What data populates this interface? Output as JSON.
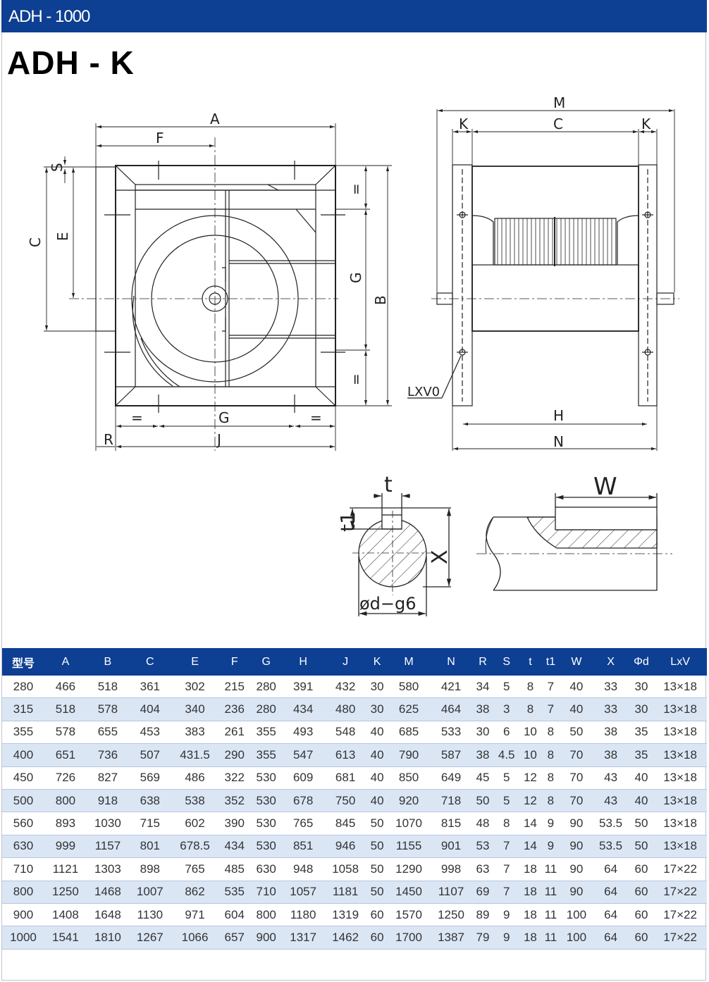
{
  "header": {
    "series": "ADH - 1000"
  },
  "model": {
    "title": "ADH - K"
  },
  "drawing": {
    "front_labels": {
      "A": "A",
      "F": "F",
      "S": "S",
      "C": "C",
      "E": "E",
      "G_side": "G",
      "B": "B",
      "eq_top": "=",
      "eq_bottom": "=",
      "eq_left": "=",
      "G_bottom": "G",
      "eq_right": "=",
      "R": "R",
      "J": "J"
    },
    "side_labels": {
      "M": "M",
      "K_left": "K",
      "C": "C",
      "K_right": "K",
      "H": "H",
      "N": "N",
      "LXV0": "LXV0"
    },
    "shaft_labels": {
      "t": "t",
      "t1": "t1",
      "X": "X",
      "d": "ød−g6",
      "W": "W"
    }
  },
  "table": {
    "columns": [
      "型号",
      "A",
      "B",
      "C",
      "E",
      "F",
      "G",
      "H",
      "J",
      "K",
      "M",
      "N",
      "R",
      "S",
      "t",
      "t1",
      "W",
      "X",
      "Φd",
      "LxV"
    ],
    "rows": [
      [
        "280",
        "466",
        "518",
        "361",
        "302",
        "215",
        "280",
        "391",
        "432",
        "30",
        "580",
        "421",
        "34",
        "5",
        "8",
        "7",
        "40",
        "33",
        "30",
        "13×18"
      ],
      [
        "315",
        "518",
        "578",
        "404",
        "340",
        "236",
        "280",
        "434",
        "480",
        "30",
        "625",
        "464",
        "38",
        "3",
        "8",
        "7",
        "40",
        "33",
        "30",
        "13×18"
      ],
      [
        "355",
        "578",
        "655",
        "453",
        "383",
        "261",
        "355",
        "493",
        "548",
        "40",
        "685",
        "533",
        "30",
        "6",
        "10",
        "8",
        "50",
        "38",
        "35",
        "13×18"
      ],
      [
        "400",
        "651",
        "736",
        "507",
        "431.5",
        "290",
        "355",
        "547",
        "613",
        "40",
        "790",
        "587",
        "38",
        "4.5",
        "10",
        "8",
        "70",
        "38",
        "35",
        "13×18"
      ],
      [
        "450",
        "726",
        "827",
        "569",
        "486",
        "322",
        "530",
        "609",
        "681",
        "40",
        "850",
        "649",
        "45",
        "5",
        "12",
        "8",
        "70",
        "43",
        "40",
        "13×18"
      ],
      [
        "500",
        "800",
        "918",
        "638",
        "538",
        "352",
        "530",
        "678",
        "750",
        "40",
        "920",
        "718",
        "50",
        "5",
        "12",
        "8",
        "70",
        "43",
        "40",
        "13×18"
      ],
      [
        "560",
        "893",
        "1030",
        "715",
        "602",
        "390",
        "530",
        "765",
        "845",
        "50",
        "1070",
        "815",
        "48",
        "8",
        "14",
        "9",
        "90",
        "53.5",
        "50",
        "13×18"
      ],
      [
        "630",
        "999",
        "1157",
        "801",
        "678.5",
        "434",
        "530",
        "851",
        "946",
        "50",
        "1155",
        "901",
        "53",
        "7",
        "14",
        "9",
        "90",
        "53.5",
        "50",
        "13×18"
      ],
      [
        "710",
        "1121",
        "1303",
        "898",
        "765",
        "485",
        "630",
        "948",
        "1058",
        "50",
        "1290",
        "998",
        "63",
        "7",
        "18",
        "11",
        "90",
        "64",
        "60",
        "17×22"
      ],
      [
        "800",
        "1250",
        "1468",
        "1007",
        "862",
        "535",
        "710",
        "1057",
        "1181",
        "50",
        "1450",
        "1107",
        "69",
        "7",
        "18",
        "11",
        "90",
        "64",
        "60",
        "17×22"
      ],
      [
        "900",
        "1408",
        "1648",
        "1130",
        "971",
        "604",
        "800",
        "1180",
        "1319",
        "60",
        "1570",
        "1250",
        "89",
        "9",
        "18",
        "11",
        "100",
        "64",
        "60",
        "17×22"
      ],
      [
        "1000",
        "1541",
        "1810",
        "1267",
        "1066",
        "657",
        "900",
        "1317",
        "1462",
        "60",
        "1700",
        "1387",
        "79",
        "9",
        "18",
        "11",
        "100",
        "64",
        "60",
        "17×22"
      ]
    ]
  }
}
